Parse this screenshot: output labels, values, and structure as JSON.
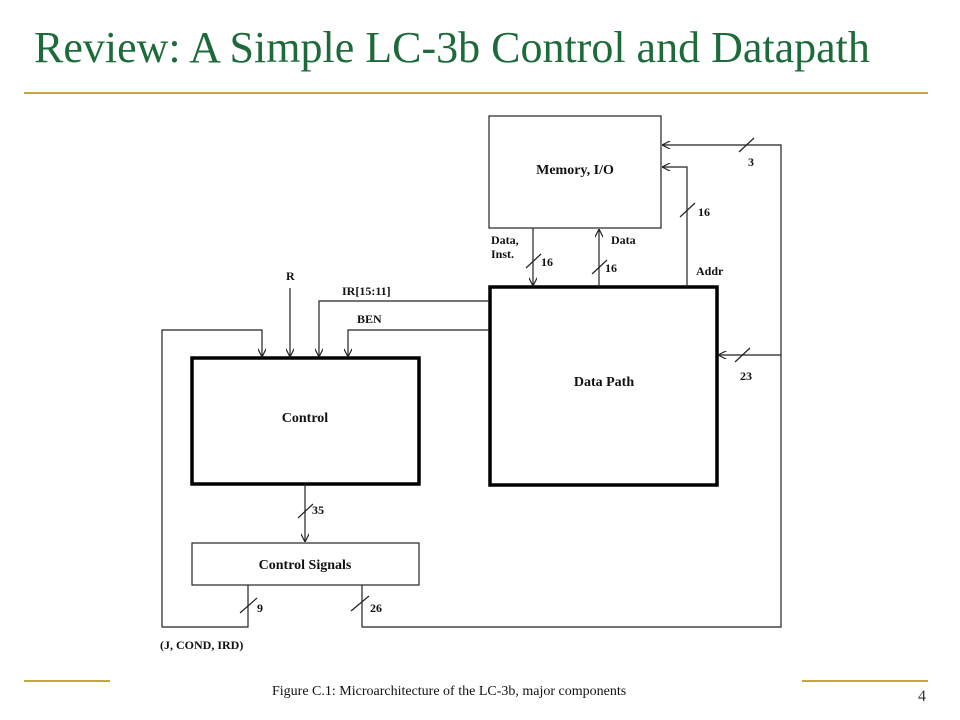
{
  "slide": {
    "title": "Review: A Simple LC-3b Control and Datapath",
    "page_number": "4",
    "caption": "Figure C.1: Microarchitecture of the LC-3b, major components"
  },
  "diagram": {
    "blocks": {
      "memory": "Memory, I/O",
      "datapath": "Data Path",
      "control": "Control",
      "control_signals": "Control Signals"
    },
    "signals": {
      "r": "R",
      "ir": "IR[15:11]",
      "ben": "BEN",
      "data_inst_1": "Data,",
      "data_inst_2": "Inst.",
      "data": "Data",
      "addr": "Addr",
      "j_cond_ird": "(J, COND, IRD)"
    },
    "bus_widths": {
      "mem_ctrl": "3",
      "addr": "16",
      "mem_to_dp": "16",
      "dp_to_mem": "16",
      "dp_ctrl": "23",
      "control_out": "35",
      "feedback": "9",
      "to_dp": "26"
    }
  }
}
